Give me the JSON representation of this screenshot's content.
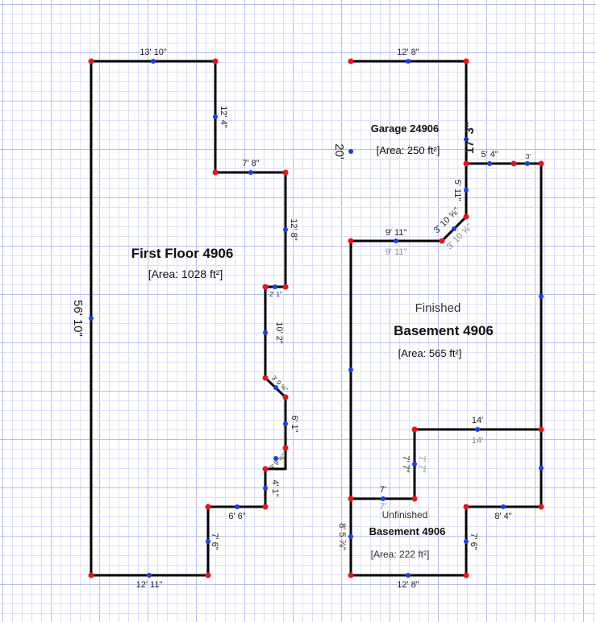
{
  "colors": {
    "grid_minor": "#dcdff7",
    "grid_major": "#b9bde9",
    "wall": "#000000",
    "corner_dot": "#e8141b",
    "midpoint_dot": "#1a3df0",
    "ghost_text": "#8c8c8c"
  },
  "rooms": {
    "first_floor": {
      "title": "First Floor 4906",
      "area": "[Area: 1028 ft²]"
    },
    "garage": {
      "title": "Garage 24906",
      "area": "[Area: 250 ft²]"
    },
    "finished_basement": {
      "subtitle": "Finished",
      "title": "Basement 4906",
      "area": "[Area: 565 ft²]"
    },
    "unfinished_basement": {
      "subtitle": "Unfinished",
      "title": "Basement 4906",
      "area": "[Area: 222 ft²]"
    }
  },
  "dimensions": {
    "ff_top": "13' 10\"",
    "ff_left": "56' 10\"",
    "ff_right_upper": "12' 4\"",
    "ff_step1": "7' 8\"",
    "ff_right_mid": "12' 8\"",
    "ff_notch": "2' 1\"",
    "ff_right_long": "10' 2\"",
    "ff_diag1": "3' 9 ⅝\"",
    "ff_short": "6' 1\"",
    "ff_diag2": "3' 9 ⅝\"",
    "ff_small": "4' 1\"",
    "ff_step2": "6' 6\"",
    "ff_bottom_right": "7' 6\"",
    "ff_bottom": "12' 11\"",
    "g_top": "12' 8\"",
    "g_left": "20'",
    "g_right": "17' 3\"",
    "g_bottom": "9' 11\"",
    "g_bottom_ghost": "9' 11\"",
    "g_diag": "3' 10 ⅝\"",
    "g_diag_ghost": "3' 10 ⅝\"",
    "g_inner": "5' 11\"",
    "b_top1": "5' 4\"",
    "b_top2": "3'",
    "b_mid_top": "14'",
    "b_mid_top_ghost": "14'",
    "b_step": "7' 7\"",
    "b_step_ghost": "7' 7\"",
    "u_top": "7'",
    "u_top_ghost": "7'",
    "u_left": "8' 5 ⅞\"",
    "u_right_top": "8' 4\"",
    "u_right": "7' 6\"",
    "u_bottom": "12' 8\""
  }
}
